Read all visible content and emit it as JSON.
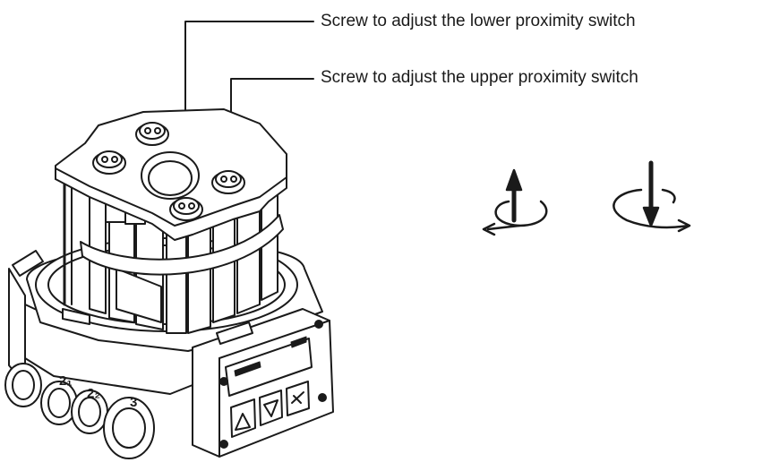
{
  "callouts": {
    "lower": "Screw to adjust the lower proximity switch",
    "upper": "Screw to adjust the upper proximity switch"
  },
  "ports": {
    "p1": "2₁",
    "p2": "2₂",
    "p3": "3"
  },
  "colors": {
    "line": "#1a1a1a",
    "fill": "#ffffff",
    "shade": "#e6e6e6"
  },
  "icons": [
    "rotate-counterclockwise-up-icon",
    "rotate-clockwise-down-icon"
  ]
}
